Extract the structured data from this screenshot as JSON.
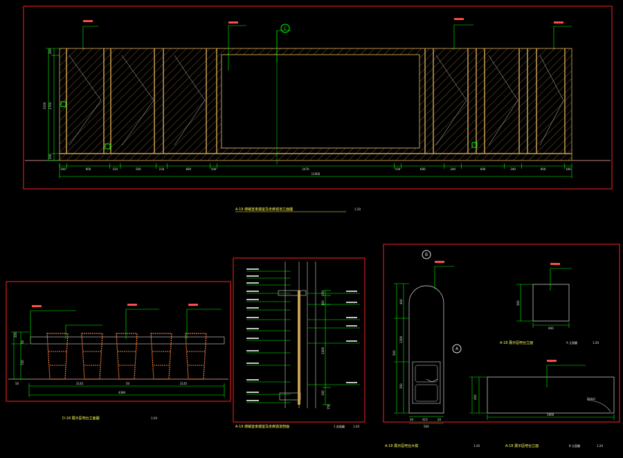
{
  "colors": {
    "background": "#000000",
    "frame": "#ff2222",
    "dimension": "#00ff00",
    "wall": "#c8a050",
    "hatch": "#8a6a30",
    "chair": "#e87838",
    "callout": "#ff4d4d",
    "text": "#e8e8e8",
    "title": "#ffff55"
  },
  "elevation_main": {
    "title": "A-19  總裁室會議室及走廊過道立面圖",
    "scale": "1:20",
    "height_dims": [
      "200",
      "2700",
      "3100",
      "200"
    ],
    "bottom_dims": [
      "100",
      "600",
      "150",
      "500",
      "150",
      "600",
      "100",
      "2470",
      "100",
      "600",
      "240",
      "600",
      "240",
      "600",
      "100"
    ],
    "total_dim": "11900",
    "section_marker": "C"
  },
  "elevation_chairs": {
    "title": "D-18  展示區吧台立面圖",
    "scale": "1:20",
    "height_dims": [
      "200",
      "50",
      "720"
    ],
    "bottom_dims": [
      "50",
      "2145",
      "50",
      "2145"
    ],
    "total_dim": "4390"
  },
  "section_a": {
    "title": "A-19  總裁室會議室及走廊過道剖面",
    "subtitle": "1 剖面圖",
    "scale": "1:20",
    "height_dims": [
      "150",
      "100",
      "2400",
      "100",
      "150"
    ]
  },
  "detail_group": {
    "marker_top": "B",
    "marker_side": "A",
    "arch_height_dims": [
      "400",
      "1300",
      "350",
      "500"
    ],
    "arch_width_dims": [
      "20",
      "410",
      "20",
      "500"
    ],
    "box_dims": [
      "300",
      "600"
    ],
    "box_title": "A-18  展示區吧台立面",
    "box_subtitle": "A 立面圖",
    "box_scale": "1:20",
    "counter_title": "A-18  展示區吧台立面",
    "counter_subtitle": "B 立面圖",
    "counter_scale": "1:20",
    "counter_height": "450",
    "counter_width": "1900",
    "counter_tag": "Detail",
    "arch_title": "A-18  展示區吧台大樣",
    "arch_scale": "1:20"
  }
}
